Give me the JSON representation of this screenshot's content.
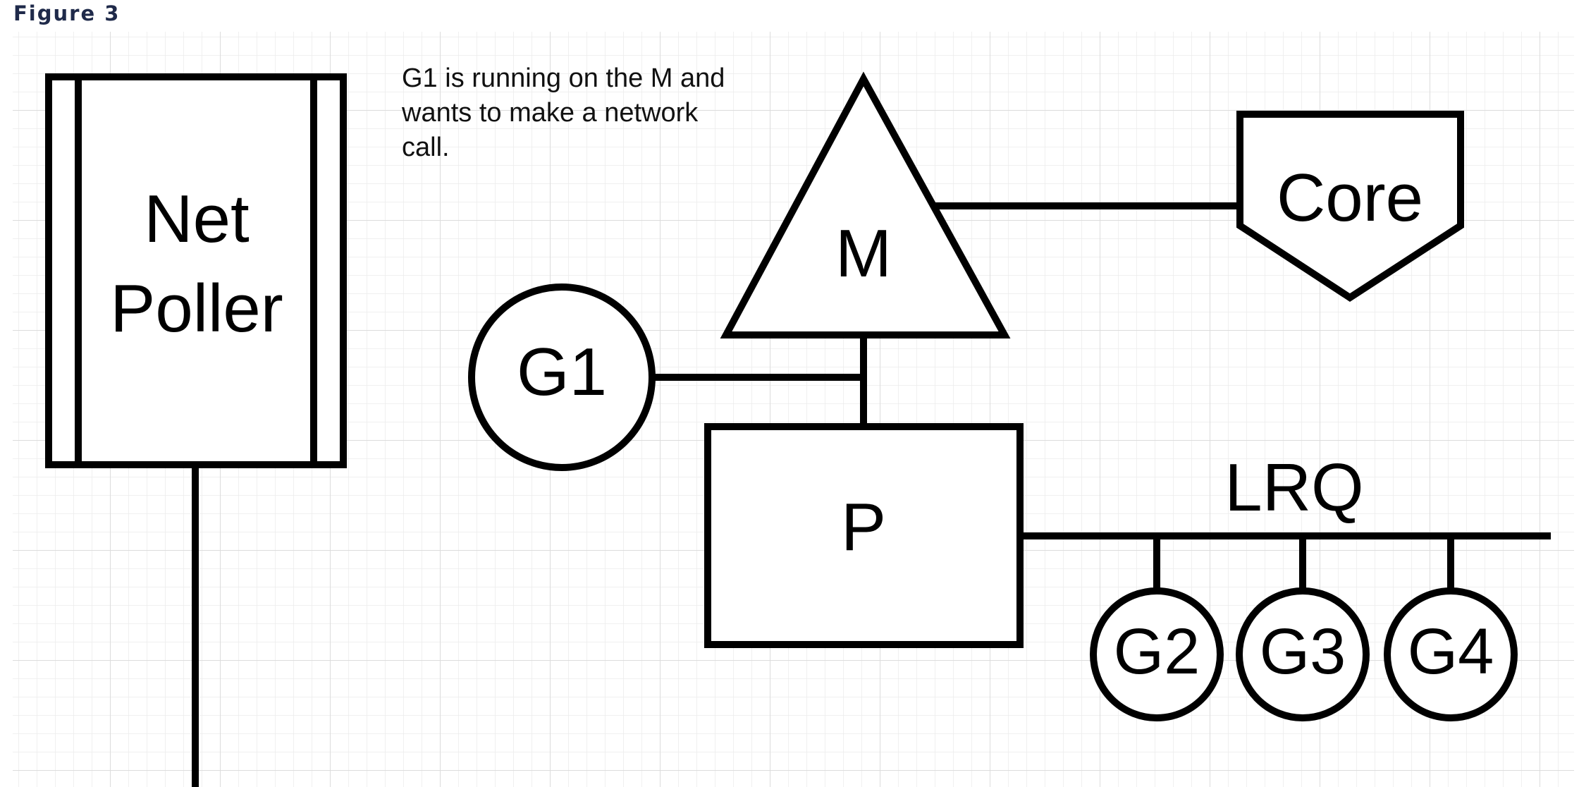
{
  "figure_label": "Figure 3",
  "note": {
    "lines": [
      "G1 is running on the M and",
      "wants to make a network",
      "call."
    ]
  },
  "net_poller": {
    "line1": "Net",
    "line2": "Poller"
  },
  "m_label": "M",
  "p_label": "P",
  "core_label": "Core",
  "g1_label": "G1",
  "lrq_label": "LRQ",
  "queue": [
    "G2",
    "G3",
    "G4"
  ],
  "colors": {
    "stroke": "#000000",
    "grid": "#e6e6e6",
    "figure_label": "#1f2a4a"
  }
}
